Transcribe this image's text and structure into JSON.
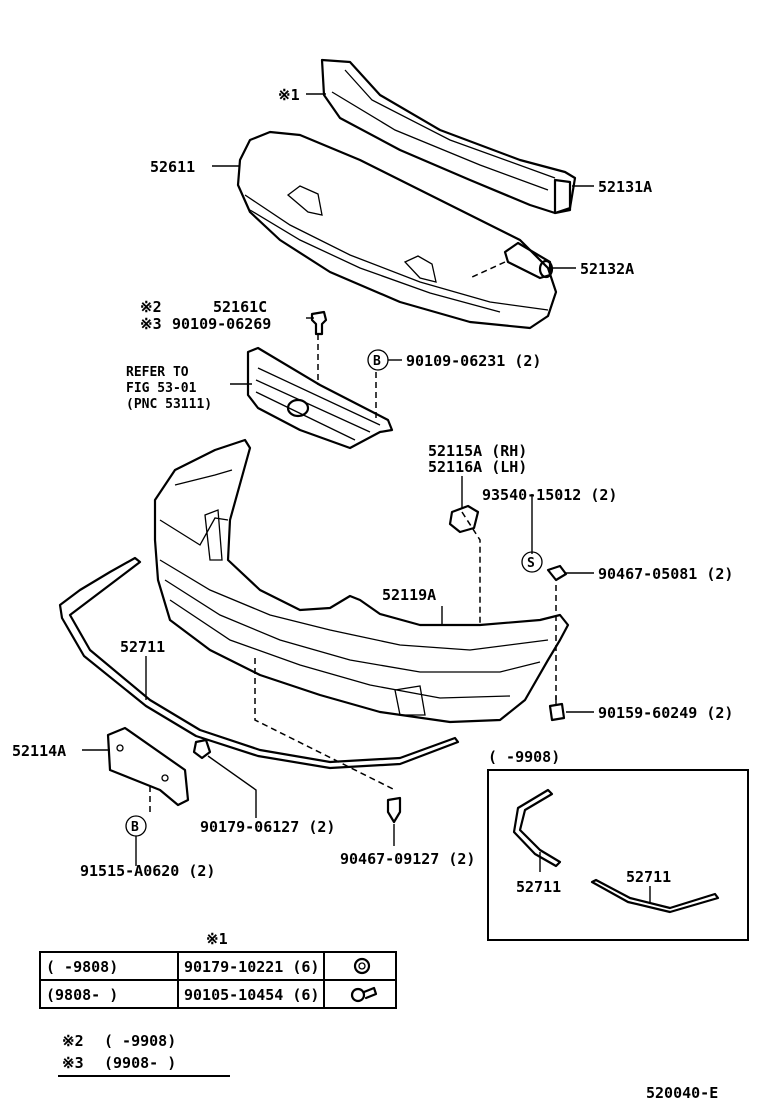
{
  "labels": {
    "mark1": "※1",
    "p52611": "52611",
    "p52131A": "52131A",
    "p52132A": "52132A",
    "mark2": "※2",
    "mark3": "※3",
    "p52161C": "52161C",
    "p90109_06269": "90109-06269",
    "refer1": "REFER TO",
    "refer2": "FIG 53-01",
    "refer3": "(PNC 53111)",
    "circleB": "B",
    "p90109_06231": "90109-06231 (2)",
    "p52115A": "52115A (RH)",
    "p52116A": "52116A (LH)",
    "p93540_15012": "93540-15012 (2)",
    "circleS": "S",
    "p90467_05081": "90467-05081 (2)",
    "p52119A": "52119A",
    "p52711": "52711",
    "p90159_60249": "90159-60249 (2)",
    "p52114A": "52114A",
    "p90179_06127": "90179-06127 (2)",
    "p91515_A0620": "91515-A0620 (2)",
    "p90467_09127": "90467-09127 (2)",
    "inset_title": "(       -9908)",
    "inset_p1": "52711",
    "inset_p2": "52711",
    "footer_code": "520040-E"
  },
  "table": {
    "header": "※1",
    "rows": [
      {
        "period": "(      -9808)",
        "part": "90179-10221 (6)",
        "icon": "nut-icon"
      },
      {
        "period": "(9808-      )",
        "part": "90105-10454 (6)",
        "icon": "bolt-icon"
      }
    ]
  },
  "notes": [
    {
      "mark": "※2",
      "period": "(       -9908)"
    },
    {
      "mark": "※3",
      "period": "(9908-       )"
    }
  ]
}
